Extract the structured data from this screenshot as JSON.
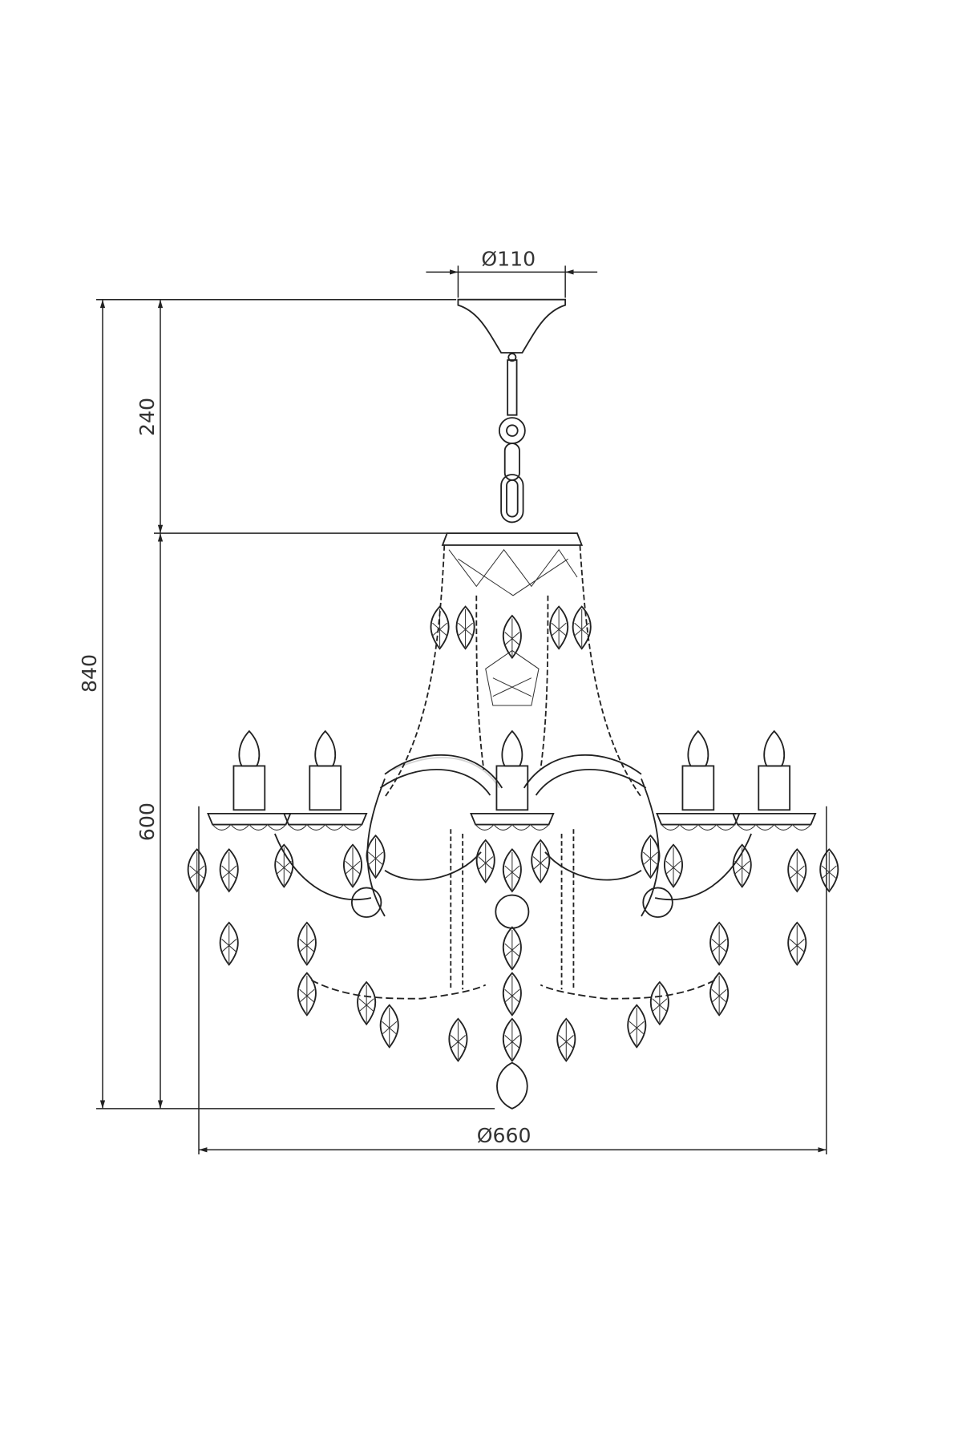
{
  "drawing": {
    "subject": "chandelier",
    "dimensions": {
      "canopy_diameter": "Ø110",
      "overall_height": "840",
      "chain_height": "240",
      "body_height": "600",
      "overall_diameter": "Ø660"
    }
  },
  "colors": {
    "line": "#222222",
    "background": "#ffffff"
  }
}
